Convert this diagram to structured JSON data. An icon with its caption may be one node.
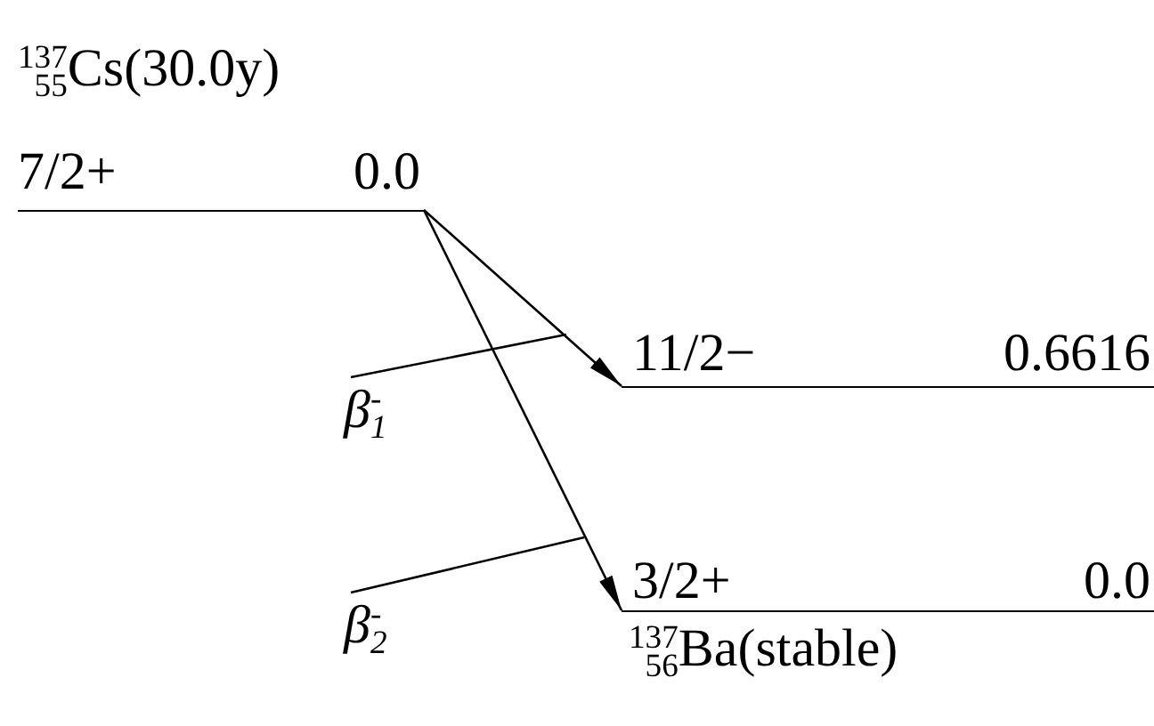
{
  "diagram": {
    "nodes": [
      {
        "text": [
          "$^{137}$$_{55}$Cs(30.0y)",
          "7/2+",
          "0.0"
        ]
      },
      {
        "text": [
          "11/2−",
          "0.6616"
        ]
      },
      {
        "text": [
          "3/2+",
          "0.0",
          "$^{137}$$_{56}$Ba(stable)"
        ]
      },
      {
        "text": [
          "β$^{-}$$_{1}$"
        ]
      },
      {
        "text": [
          "β$^{-}$$_{2}$"
        ]
      }
    ],
    "edges": [
      {
        "from": 0,
        "to": 1,
        "arrow": "to"
      },
      {
        "from": 0,
        "to": 2,
        "arrow": "to"
      },
      {
        "from": 3,
        "to": null,
        "arrow": "none"
      },
      {
        "from": 4,
        "to": null,
        "arrow": "none"
      }
    ]
  }
}
